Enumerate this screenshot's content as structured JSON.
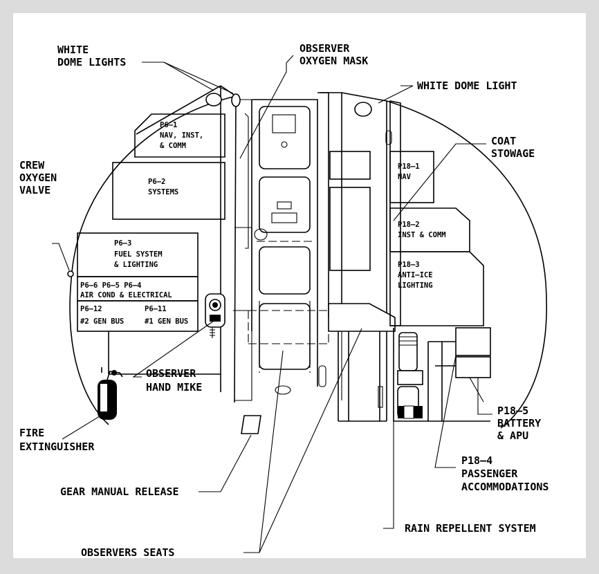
{
  "callouts": {
    "white_dome_lights": [
      "WHITE",
      "DOME LIGHTS"
    ],
    "observer_oxygen_mask": [
      "OBSERVER",
      "OXYGEN MASK"
    ],
    "white_dome_light": "WHITE DOME LIGHT",
    "coat_stowage": [
      "COAT",
      "STOWAGE"
    ],
    "crew_oxygen_valve": [
      "CREW",
      "OXYGEN",
      "VALVE"
    ],
    "observer_hand_mike": [
      "OBSERVER",
      "HAND MIKE"
    ],
    "fire_extinguisher": [
      "FIRE",
      "EXTINGUISHER"
    ],
    "gear_manual_release": "GEAR MANUAL RELEASE",
    "observers_seats": "OBSERVERS SEATS",
    "p18_5": [
      "P18–5",
      "BATTERY",
      "& APU"
    ],
    "p18_4": [
      "P18–4",
      "PASSENGER",
      "ACCOMMODATIONS"
    ],
    "rain_repellent": "RAIN REPELLENT SYSTEM"
  },
  "panels": {
    "p6_1": [
      "P6–1",
      "NAV, INST,",
      "& COMM"
    ],
    "p6_2": [
      "P6–2",
      "SYSTEMS"
    ],
    "p6_3": [
      "P6–3",
      "FUEL SYSTEM",
      "& LIGHTING"
    ],
    "p6_6_5_4": [
      "P6–6 P6–5 P6–4",
      "AIR COND & ELECTRICAL"
    ],
    "p6_12": [
      "P6–12",
      "#2 GEN BUS"
    ],
    "p6_11": [
      "P6–11",
      "#1 GEN BUS"
    ],
    "p18_1": [
      "P18–1",
      "NAV"
    ],
    "p18_2": [
      "P18–2",
      "INST & COMM"
    ],
    "p18_3": [
      "P18–3",
      "ANTI–ICE",
      "LIGHTING"
    ]
  }
}
